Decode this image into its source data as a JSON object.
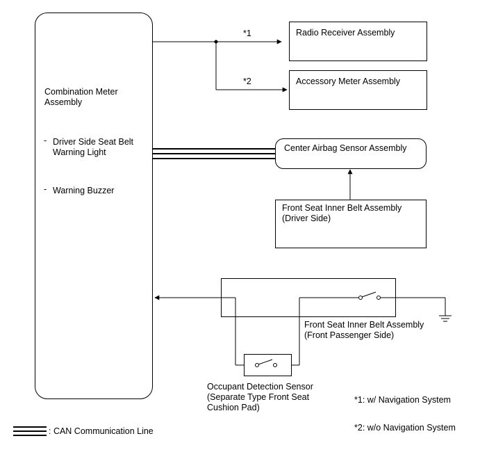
{
  "components": {
    "combination_meter": {
      "title_line1": "Combination Meter",
      "title_line2": "Assembly",
      "item1_bullet": "-",
      "item1_line1": "Driver Side Seat Belt",
      "item1_line2": "Warning Light",
      "item2_bullet": "-",
      "item2_line1": "Warning Buzzer"
    },
    "radio_receiver": {
      "label": "Radio Receiver Assembly"
    },
    "accessory_meter": {
      "label": "Accessory Meter Assembly"
    },
    "center_airbag": {
      "label": "Center Airbag Sensor Assembly"
    },
    "front_seat_driver": {
      "line1": "Front Seat Inner Belt Assembly",
      "line2": "(Driver Side)"
    },
    "front_seat_passenger": {
      "line1": "Front Seat Inner Belt Assembly",
      "line2": "(Front Passenger Side)"
    },
    "occupant_sensor": {
      "line1": "Occupant Detection Sensor",
      "line2": "(Separate Type Front Seat",
      "line3": "Cushion Pad)"
    }
  },
  "markers": {
    "m1": "*1",
    "m2": "*2"
  },
  "notes": {
    "note1": "*1: w/ Navigation System",
    "note2": "*2: w/o Navigation System"
  },
  "legend": {
    "can_label": ": CAN Communication Line"
  }
}
